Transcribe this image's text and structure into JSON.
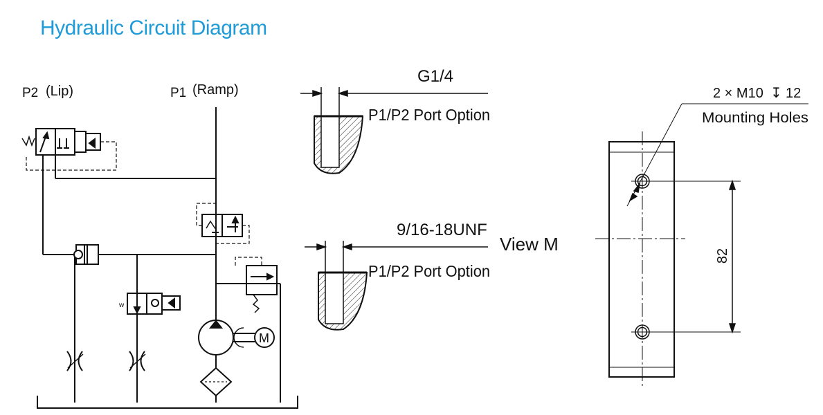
{
  "title": "Hydraulic Circuit Diagram",
  "colors": {
    "title": "#1f9bd7",
    "line": "#111111"
  },
  "circuit": {
    "port_p2_prefix": "P2",
    "port_p2_name": "(Lip)",
    "port_p1_prefix": "P1",
    "port_p1_name": "(Ramp)",
    "motor_label": "M"
  },
  "port_options": [
    {
      "thread": "G1/4",
      "caption": "P1/P2 Port Option"
    },
    {
      "thread": "9/16-18UNF",
      "caption": "P1/P2 Port Option"
    }
  ],
  "view_label": "View M",
  "mounting": {
    "holes_spec_prefix": "2 × M10",
    "holes_depth_symbol": "↧",
    "holes_depth": "12",
    "holes_caption": "Mounting Holes",
    "hole_spacing": "82"
  }
}
